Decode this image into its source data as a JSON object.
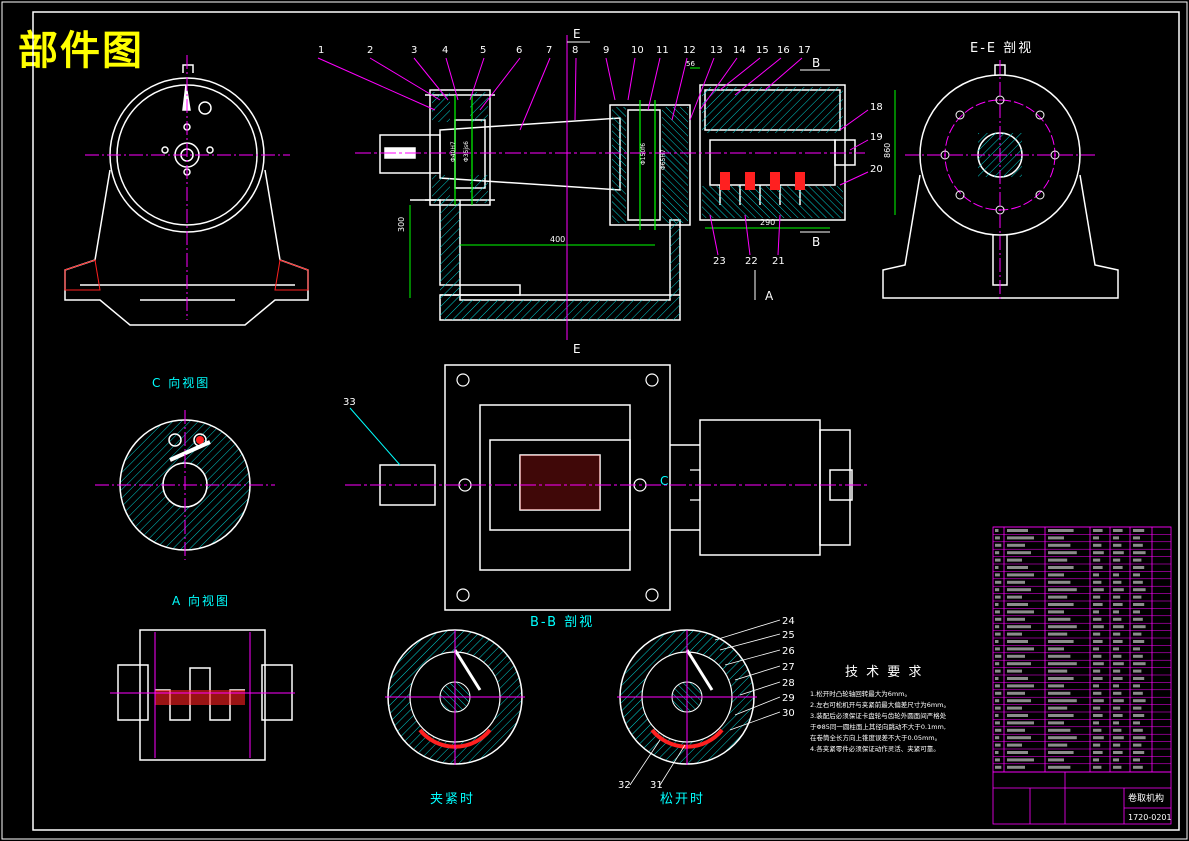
{
  "sheet_title": "部件图",
  "views": {
    "ee_section": "E-E 剖视",
    "c_view": "C 向视图",
    "a_view": "A 向视图",
    "bb_section": "B-B 剖视",
    "clamped": "夹紧时",
    "released": "松开时"
  },
  "section_letters": {
    "e": "E",
    "b": "B",
    "a": "A",
    "c": "C"
  },
  "callouts_top": [
    "1",
    "2",
    "3",
    "4",
    "5",
    "6",
    "7",
    "8",
    "9",
    "10",
    "11",
    "12",
    "13",
    "14",
    "15",
    "16",
    "17"
  ],
  "callouts_right": [
    "18",
    "19",
    "20"
  ],
  "callouts_bottom_mid": [
    "23",
    "22",
    "21"
  ],
  "callouts_bb": [
    "24",
    "25",
    "26",
    "27",
    "28",
    "29",
    "30"
  ],
  "callouts_bb_bottom": [
    "32",
    "31"
  ],
  "callout_33": "33",
  "dimensions": {
    "d400": "400",
    "d300": "300",
    "d860": "860",
    "d290": "290",
    "d56": "56",
    "phi1": "Φ40H7",
    "phi2": "Φ35js6",
    "phi3": "Φ150f6",
    "phi4": "Φ65H7"
  },
  "tech_requirements": {
    "title": "技 术 要 求",
    "items": [
      "1.松开时凸轮轴回转最大为6mm。",
      "2.左右可松机开与夹紧前最大偏差尺寸为6mm。",
      "3.装配后必须保证卡盘轮与齿轮外圆面间严格处",
      "于Φ85同一圆柱面上其径向跳动不大于0.1mm,",
      "在卷筒全长方向上锥度误差不大于0.05mm。",
      "4.各夹紧零件必须保证动作灵活、夹紧可靠。"
    ]
  },
  "title_block": {
    "part_name": "卷取机构",
    "drawing_no": "1720-0201"
  }
}
